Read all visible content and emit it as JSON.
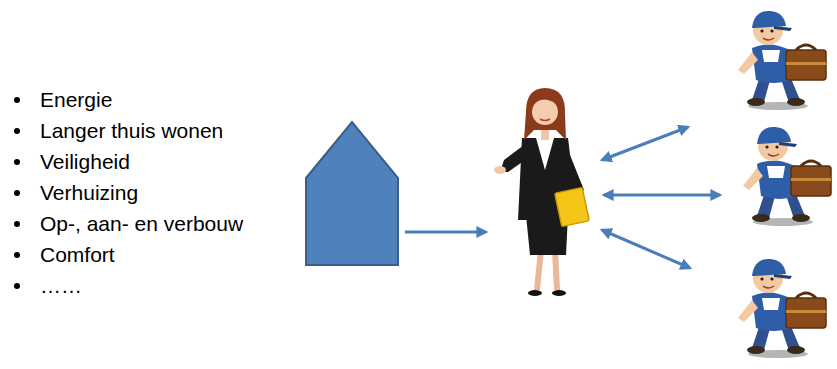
{
  "diagram": {
    "labels": [
      "Energie",
      "Langer thuis wonen",
      "Veiligheid",
      "Verhuizing",
      "Op-, aan- en verbouw",
      "Comfort",
      "……"
    ]
  }
}
